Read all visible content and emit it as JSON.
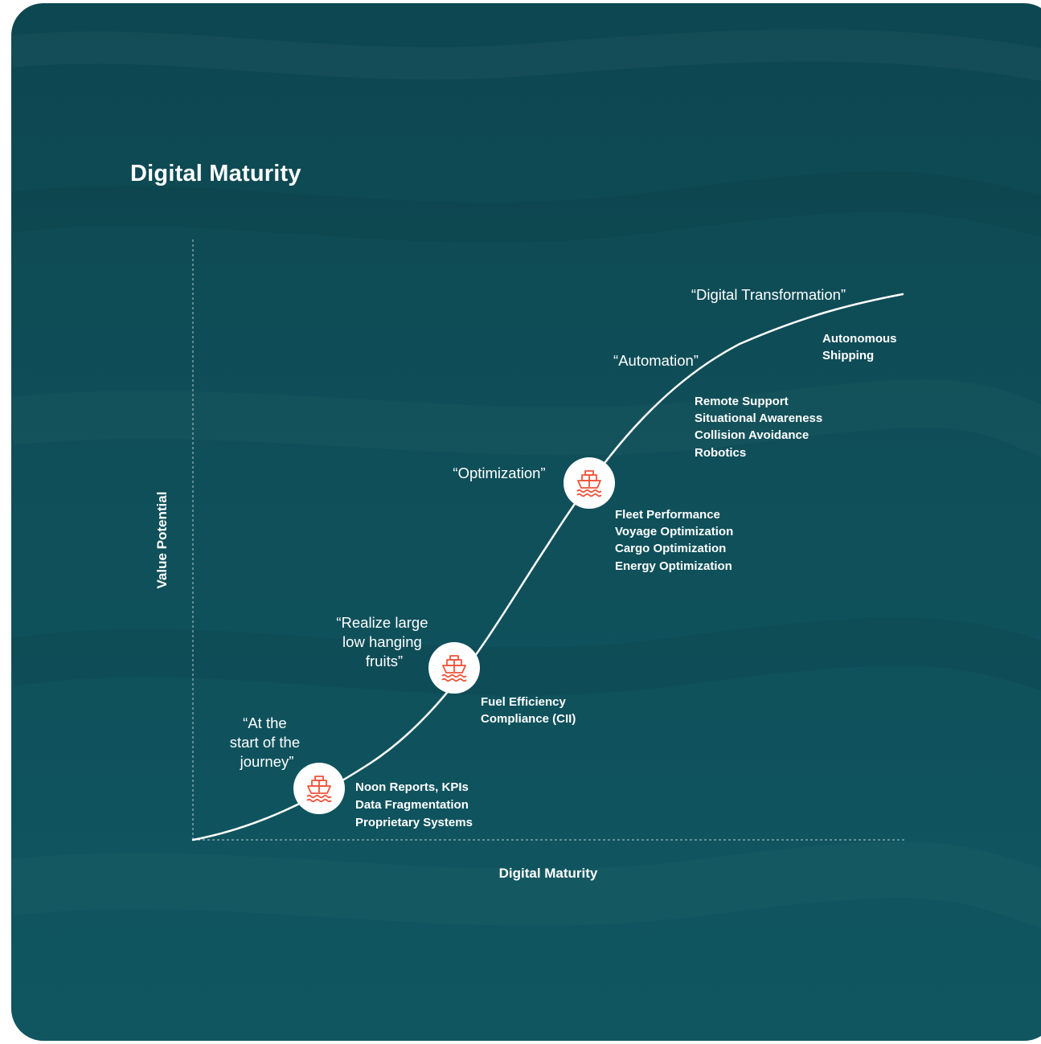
{
  "title": "Digital Maturity",
  "colors": {
    "background": "#0f4f59",
    "curve": "#ffffff",
    "marker_fill": "#ffffff",
    "icon": "#f0533a"
  },
  "icons": [
    "ship-icon"
  ],
  "chart_data": {
    "type": "line",
    "xlabel": "Digital Maturity",
    "ylabel": "Value Potential",
    "grid": false,
    "axis_ticks": false,
    "curve_shape": "s-curve",
    "stages": [
      {
        "lines": [
          "“At the",
          "start of the",
          "journey”"
        ],
        "marker": true,
        "items": [
          "Noon Reports, KPIs",
          "Data Fragmentation",
          "Proprietary Systems"
        ]
      },
      {
        "lines": [
          "“Realize large",
          "low hanging",
          "fruits”"
        ],
        "marker": true,
        "items": [
          "Fuel Efficiency",
          "Compliance (CII)"
        ]
      },
      {
        "lines": [
          "“Optimization”"
        ],
        "marker": true,
        "items": [
          "Fleet Performance",
          "Voyage Optimization",
          "Cargo Optimization",
          "Energy Optimization"
        ]
      },
      {
        "lines": [
          "“Automation”"
        ],
        "marker": false,
        "items": [
          "Remote Support",
          "Situational Awareness",
          "Collision Avoidance",
          "Robotics"
        ]
      },
      {
        "lines": [
          "“Digital Transformation”"
        ],
        "marker": false,
        "items": [
          "Autonomous",
          "Shipping"
        ]
      }
    ]
  }
}
